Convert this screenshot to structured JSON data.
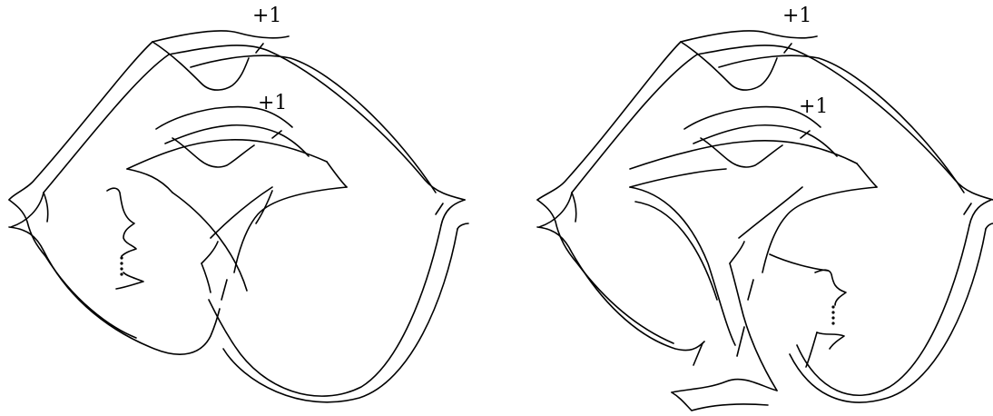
{
  "diagrams": [
    {
      "id": "left",
      "framings": [
        {
          "text": "+1"
        },
        {
          "text": "+1"
        }
      ]
    },
    {
      "id": "right",
      "framings": [
        {
          "text": "+1"
        },
        {
          "text": "+1"
        }
      ]
    }
  ],
  "colors": {
    "stroke": "#000000",
    "background": "#ffffff"
  }
}
